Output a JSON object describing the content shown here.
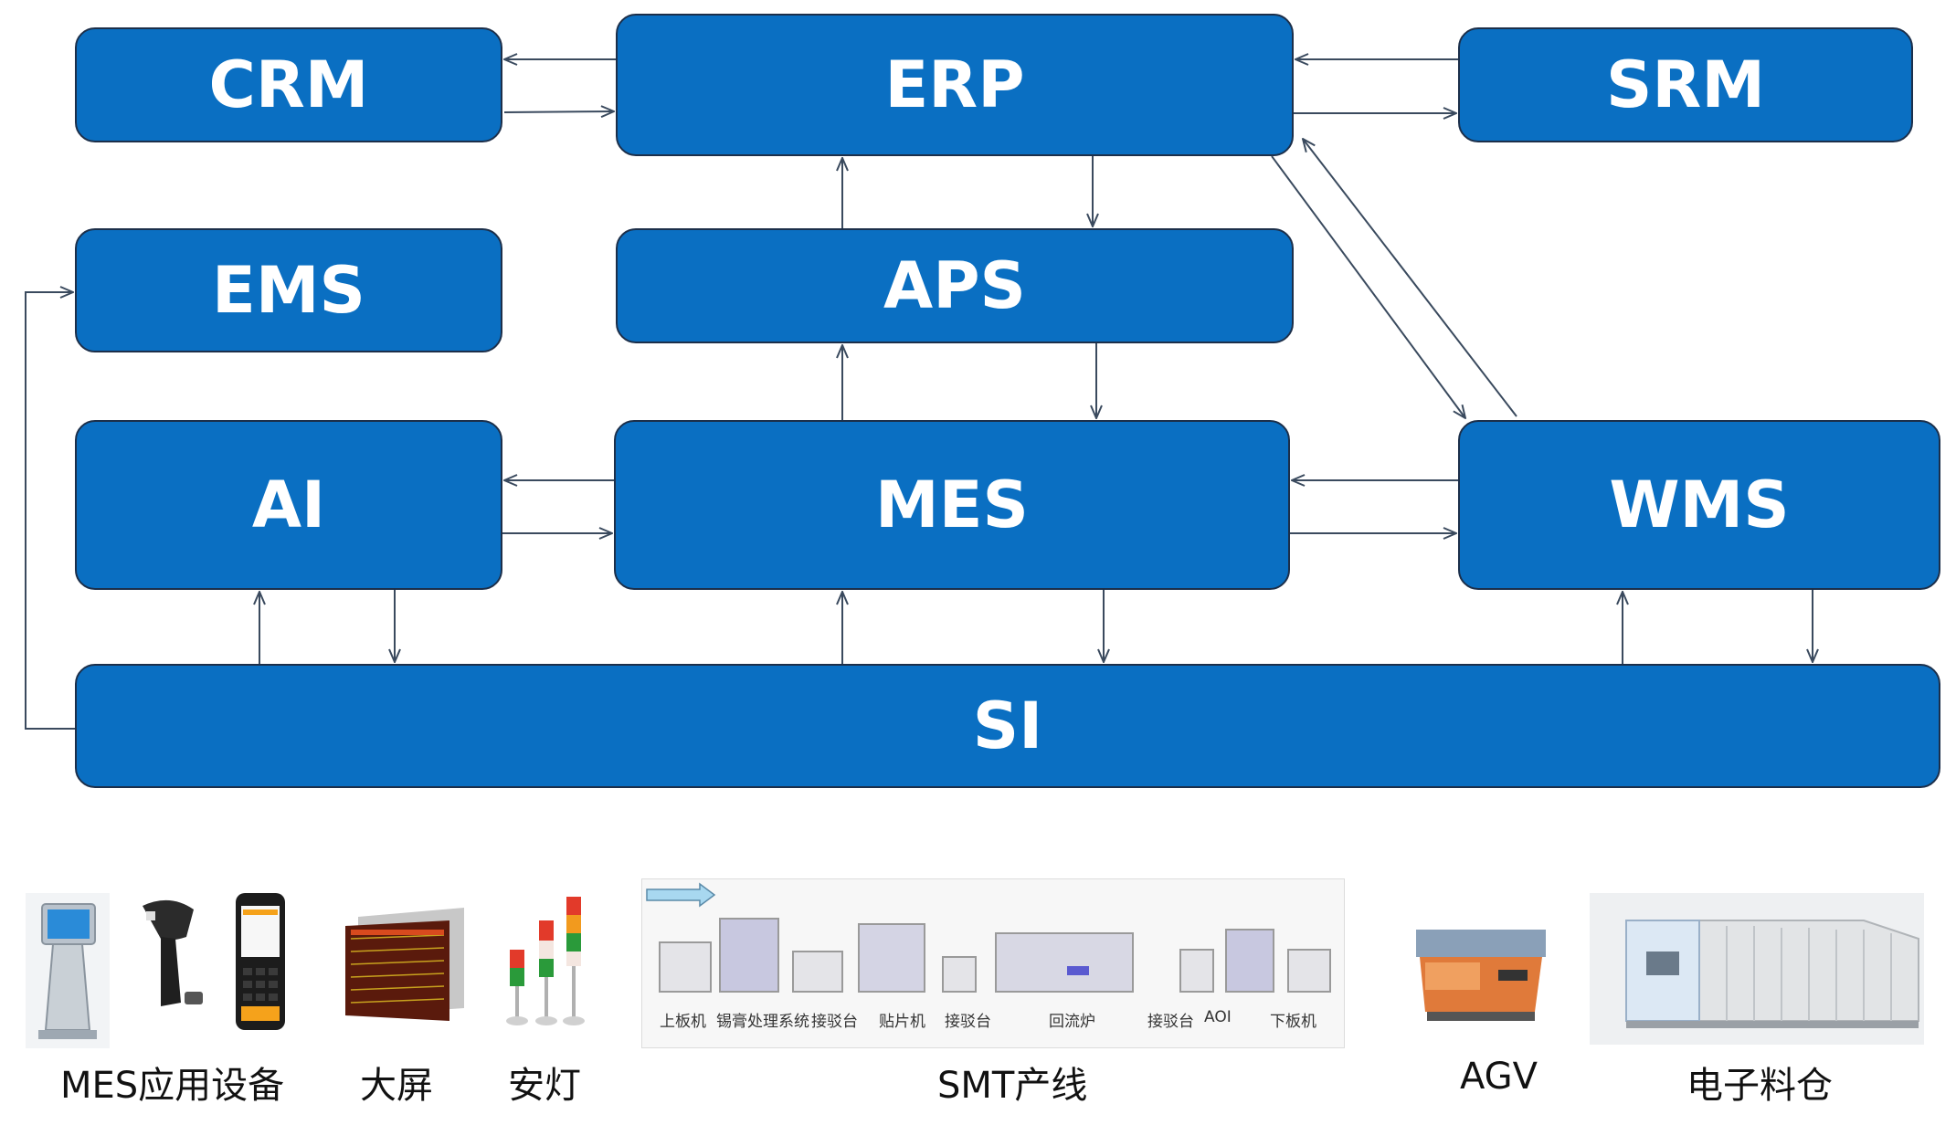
{
  "systems": {
    "crm": "CRM",
    "erp": "ERP",
    "srm": "SRM",
    "ems": "EMS",
    "aps": "APS",
    "ai": "AI",
    "mes": "MES",
    "wms": "WMS",
    "si": "SI"
  },
  "devices": {
    "mes_devices": "MES应用设备",
    "big_screen": "大屏",
    "andon": "安灯",
    "smt_line": "SMT产线",
    "agv": "AGV",
    "e_warehouse": "电子料仓"
  },
  "smt_stations": {
    "loader": "上板机",
    "solder_paste": "锡膏处理系统",
    "conveyor_1": "接驳台",
    "placement": "贴片机",
    "conveyor_2": "接驳台",
    "reflow": "回流炉",
    "conveyor_3": "接驳台",
    "aoi": "AOI",
    "unloader": "下板机"
  },
  "colors": {
    "box_fill": "#0a6fc2",
    "box_border": "#1c2f4a",
    "arrow": "#3a4a5e"
  }
}
